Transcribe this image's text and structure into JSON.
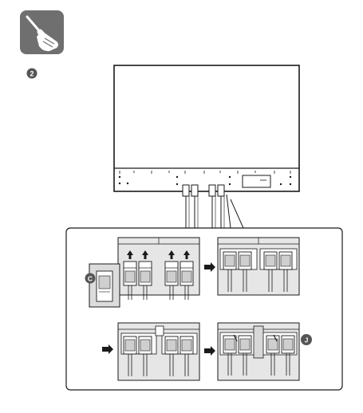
{
  "step": {
    "number": "2"
  },
  "callouts": {
    "c": "C",
    "j": "J"
  },
  "icons": {
    "tool": "screwdriver-in-hand-icon"
  },
  "colors": {
    "line": "#1a1a1a",
    "badge": "#555555",
    "icon_bg": "#6f6f6f",
    "panel_fill": "#e6e6e6",
    "module_fill": "#ffffff",
    "module_shade": "#cfcfcf"
  }
}
